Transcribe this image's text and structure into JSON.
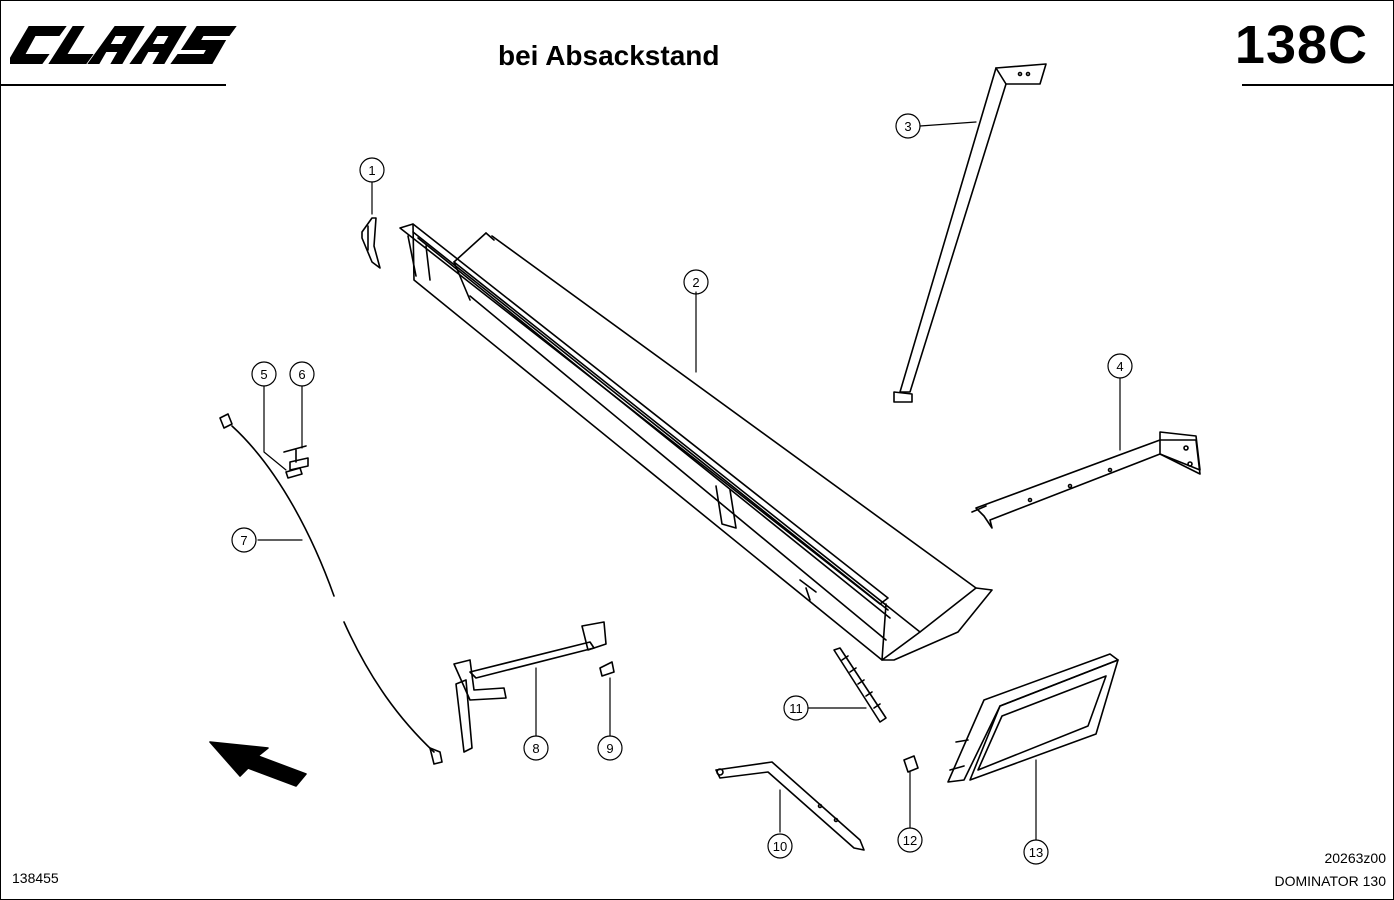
{
  "header": {
    "brand": "CLAAS",
    "title": "bei Absackstand",
    "page_code": "138C"
  },
  "callouts": [
    "1",
    "2",
    "3",
    "4",
    "5",
    "6",
    "7",
    "8",
    "9",
    "10",
    "11",
    "12",
    "13"
  ],
  "footer": {
    "left_code": "138455",
    "drawing_code": "20263z00",
    "model": "DOMINATOR 130"
  }
}
